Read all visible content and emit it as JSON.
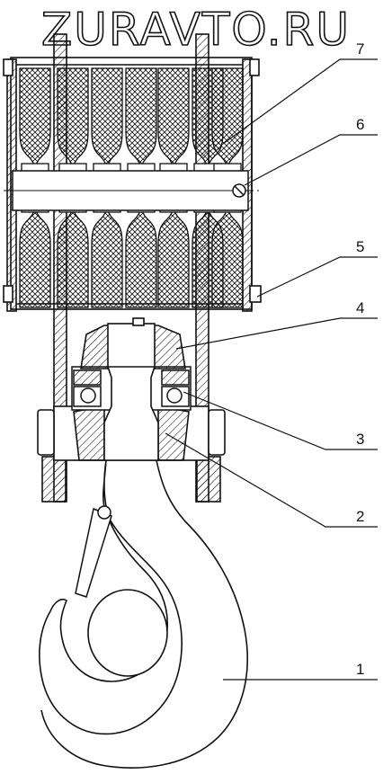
{
  "watermark": {
    "text": "ZURAVTO.RU"
  },
  "callouts": [
    {
      "id": "1",
      "label": "1"
    },
    {
      "id": "2",
      "label": "2"
    },
    {
      "id": "3",
      "label": "3"
    },
    {
      "id": "4",
      "label": "4"
    },
    {
      "id": "5",
      "label": "5"
    },
    {
      "id": "6",
      "label": "6"
    },
    {
      "id": "7",
      "label": "7"
    }
  ],
  "colors": {
    "ink": "#111111",
    "paper": "#ffffff"
  }
}
